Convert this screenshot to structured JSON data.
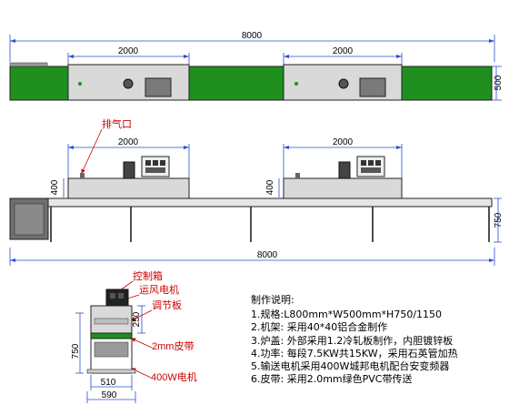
{
  "dimensions": {
    "top_total": "8000",
    "top_oven_1": "2000",
    "top_oven_2": "2000",
    "top_width": "500",
    "side_oven_1": "2000",
    "side_oven_2": "2000",
    "side_hood_left": "400",
    "side_hood_right": "400",
    "side_height": "750",
    "side_total": "8000",
    "end_top": "250",
    "end_height": "750",
    "end_inner_width": "510",
    "end_outer_width": "590"
  },
  "labels": {
    "exhaust_port": "排气口",
    "control_box": "控制箱",
    "fan_motor": "运风电机",
    "adjust_plate": "调节板",
    "belt": "2mm皮带",
    "motor": "400W电机"
  },
  "notes": {
    "title": "制作说明:",
    "items": [
      "1.规格:L800mm*W500mm*H750/1150",
      "2.机架: 采用40*40铝合金制作",
      "3.炉盖: 外部采用1.2冷轧板制作，内胆镀锌板",
      "4.功率: 每段7.5KW共15KW，采用石英管加热",
      "5.输送电机采用400W城邦电机配台安变频器",
      "6.皮带: 采用2.0mm绿色PVC带传送"
    ]
  },
  "colors": {
    "belt_green": "#1f8f1f",
    "hood_gray": "#d9d9d9",
    "line": "#222222",
    "annotation_red": "#cc0000",
    "dimension_blue": "#2a4fd0"
  }
}
